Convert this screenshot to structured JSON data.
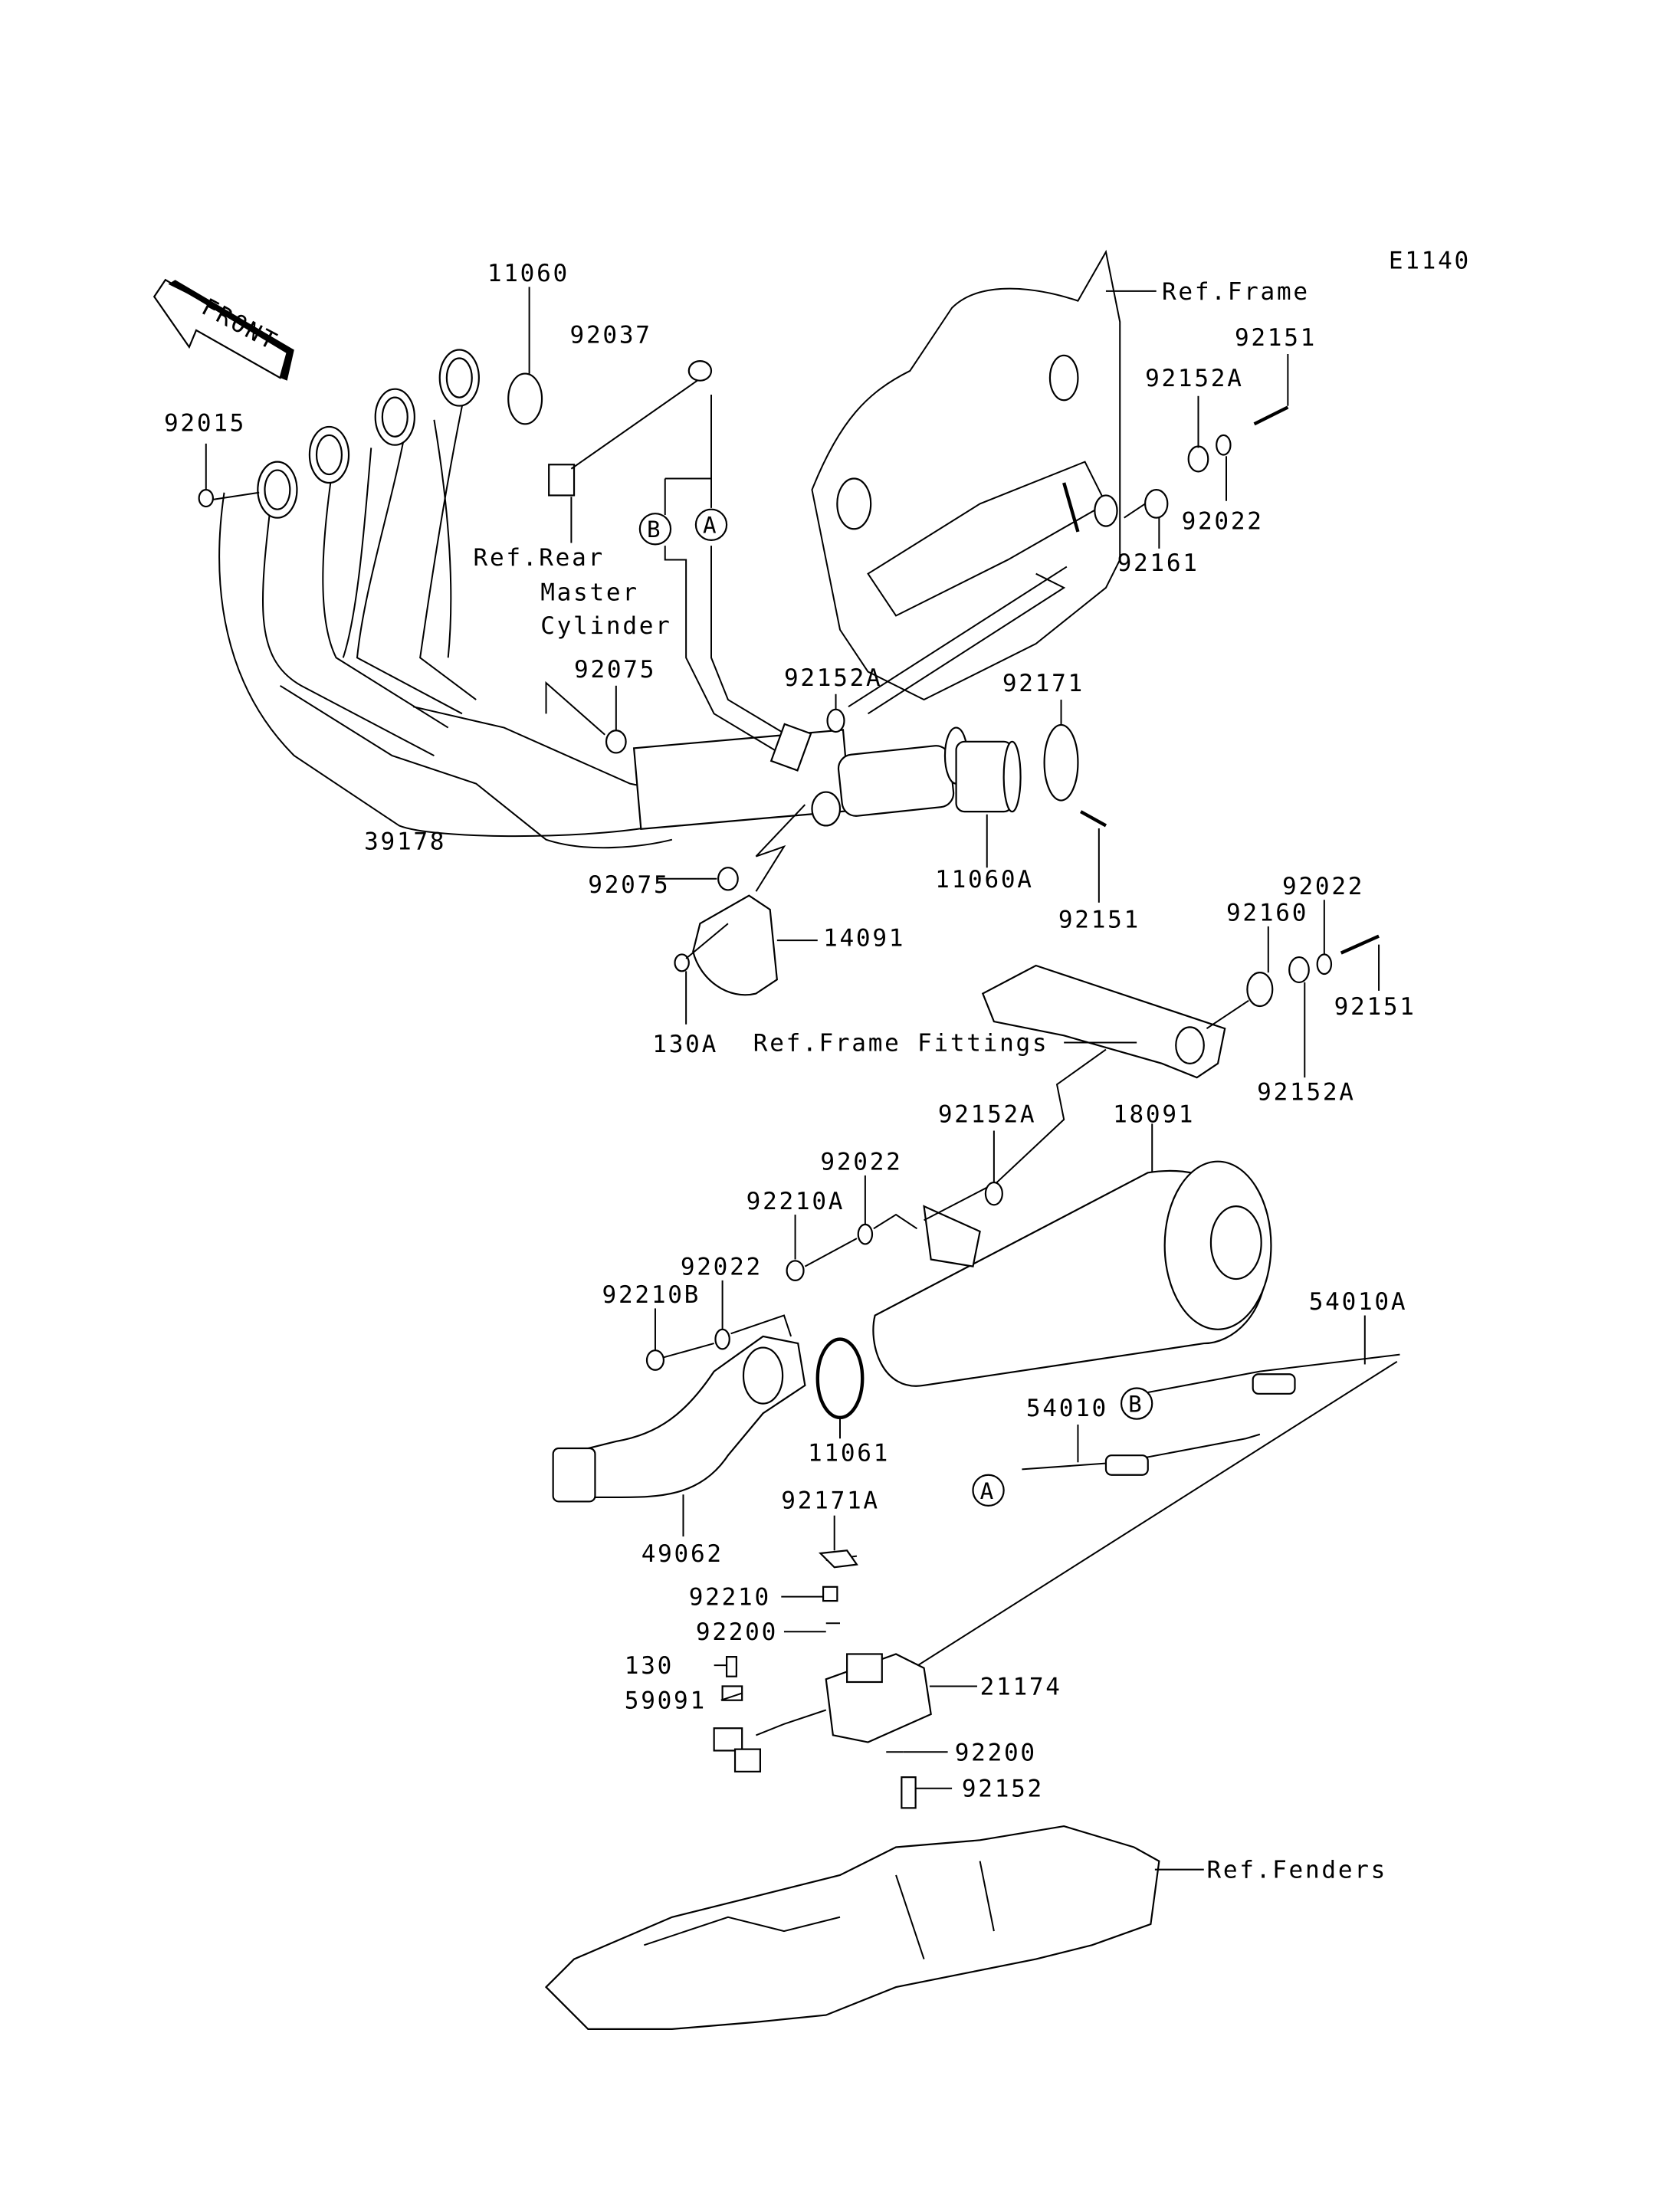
{
  "diagram": {
    "title": "Exhaust system parts diagram",
    "figure_code": "E1140",
    "front_label": "FRONT",
    "references": {
      "frame": "Ref.Frame",
      "rear_master_cylinder": [
        "Ref.Rear",
        "Master",
        "Cylinder"
      ],
      "frame_fittings": "Ref.Frame Fittings",
      "fenders": "Ref.Fenders"
    },
    "callouts": {
      "A": "A",
      "B": "B"
    },
    "part_labels": [
      "11060",
      "92037",
      "92015",
      "92151",
      "92152A",
      "92022",
      "92161",
      "92075",
      "92152A",
      "92171",
      "39178",
      "92075",
      "11060A",
      "92151",
      "14091",
      "130A",
      "92022",
      "92160",
      "92151",
      "92152A",
      "92152A",
      "18091",
      "92022",
      "92210A",
      "92022",
      "92210B",
      "54010A",
      "54010",
      "11061",
      "49062",
      "92171A",
      "92210",
      "92200",
      "130",
      "59091",
      "21174",
      "92200",
      "92152"
    ]
  }
}
